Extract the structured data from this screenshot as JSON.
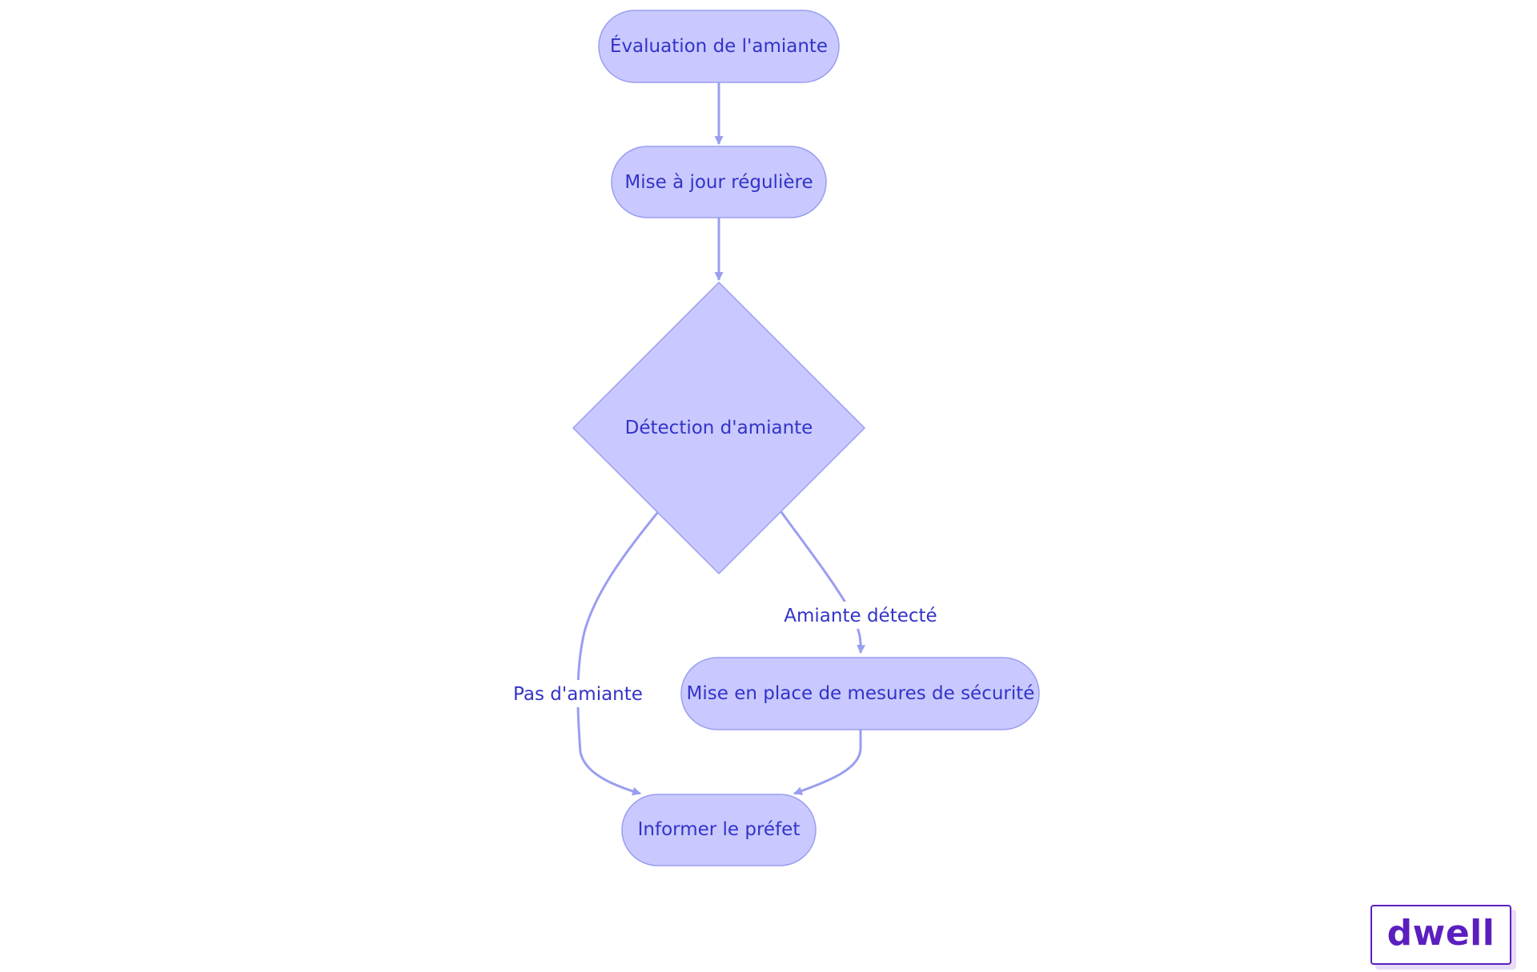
{
  "colors": {
    "node_fill": "#c9c9ff",
    "node_stroke": "#9a9ef0",
    "edge": "#9a9ef0",
    "text": "#3333c8",
    "logo": "#5b1fbf",
    "logo_shadow": "#e7dcf7"
  },
  "nodes": {
    "evaluation": "Évaluation de l'amiante",
    "update": "Mise à jour régulière",
    "detection": "Détection d'amiante",
    "safety": "Mise en place de mesures de sécurité",
    "inform": "Informer le préfet"
  },
  "edges": {
    "no_asbestos": "Pas d'amiante",
    "asbestos_detected": "Amiante détecté"
  },
  "logo": {
    "text": "dwell"
  }
}
